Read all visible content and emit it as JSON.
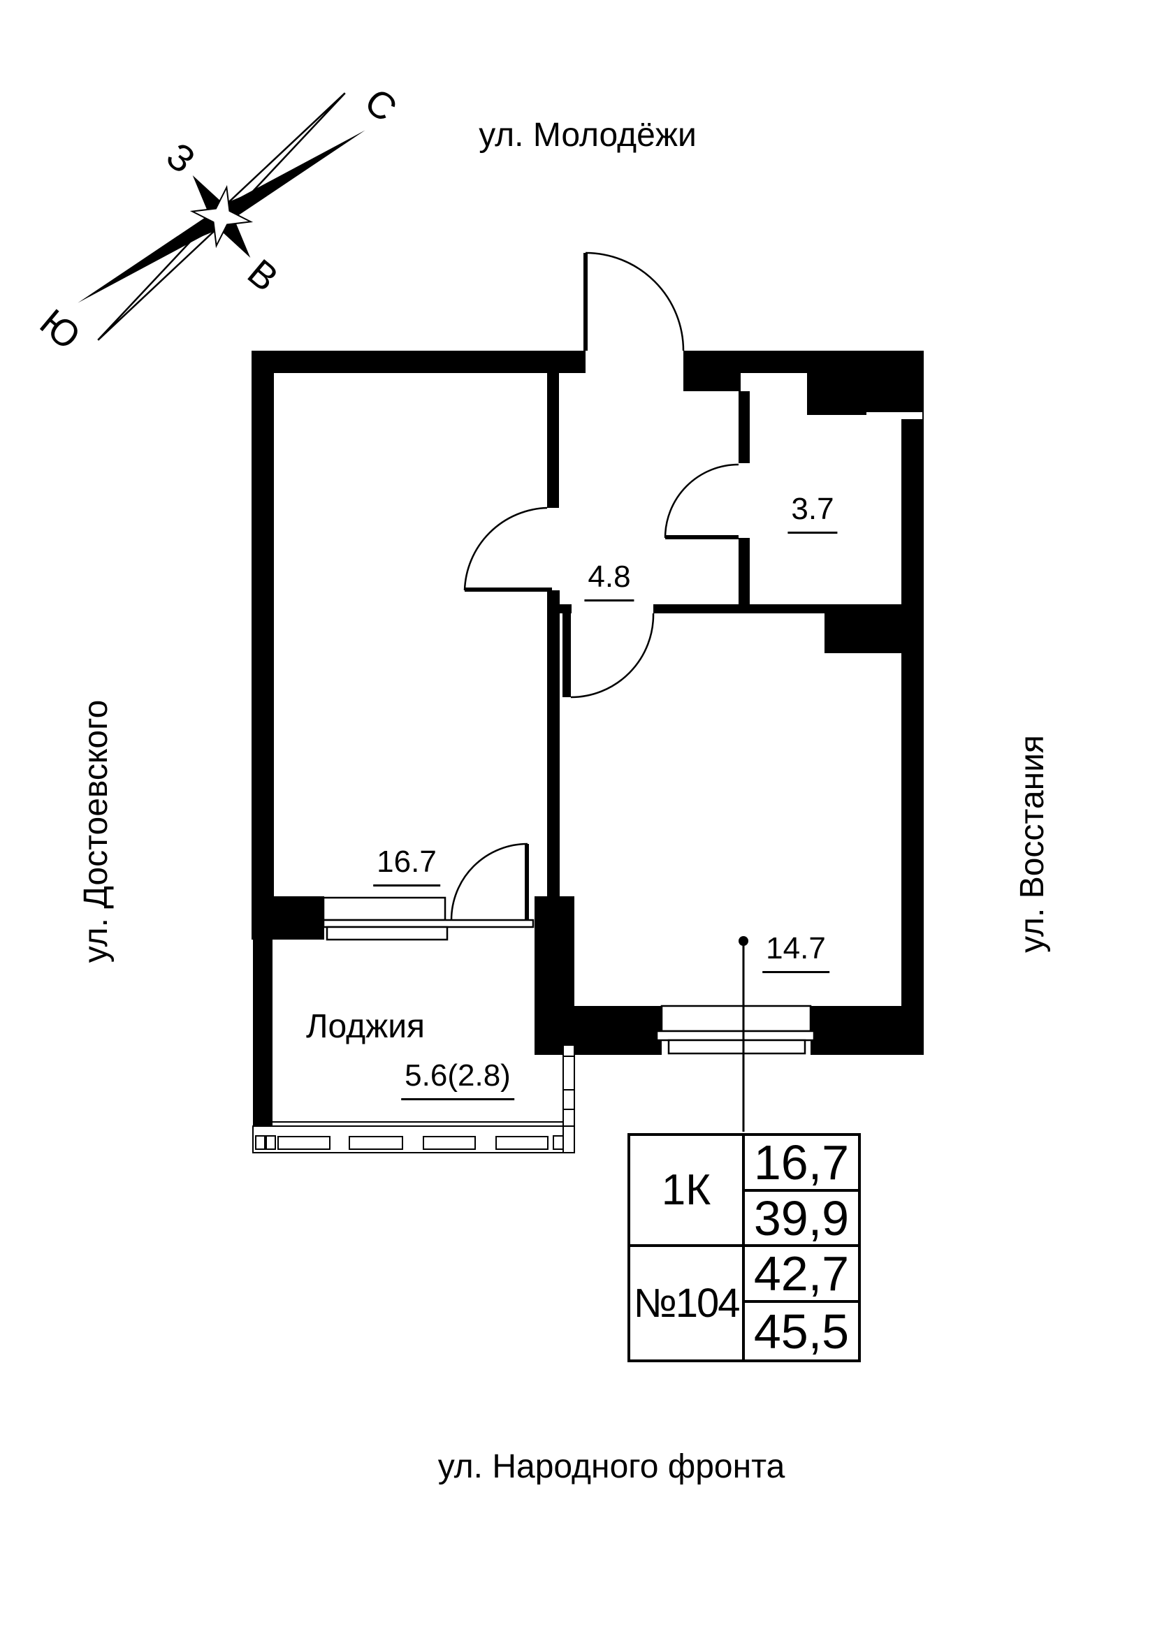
{
  "page": {
    "paper_color": "#ffffff",
    "ink_color": "#000000"
  },
  "compass": {
    "north": "С",
    "south": "Ю",
    "west": "З",
    "east": "В"
  },
  "streets": {
    "top": "ул. Молодёжи",
    "left": "ул. Достоевского",
    "right": "ул. Восстания",
    "bottom": "ул. Народного фронта"
  },
  "rooms": {
    "room_left": {
      "area": "16.7"
    },
    "hall": {
      "area": "4.8"
    },
    "bath": {
      "area": "3.7"
    },
    "room_right": {
      "area": "14.7"
    },
    "loggia": {
      "name": "Лоджия",
      "area": "5.6(2.8)"
    }
  },
  "info_table": {
    "row1_left": "1К",
    "row1_values": [
      "16,7",
      "39,9"
    ],
    "row2_left": "№104",
    "row2_values": [
      "42,7",
      "45,5"
    ]
  }
}
